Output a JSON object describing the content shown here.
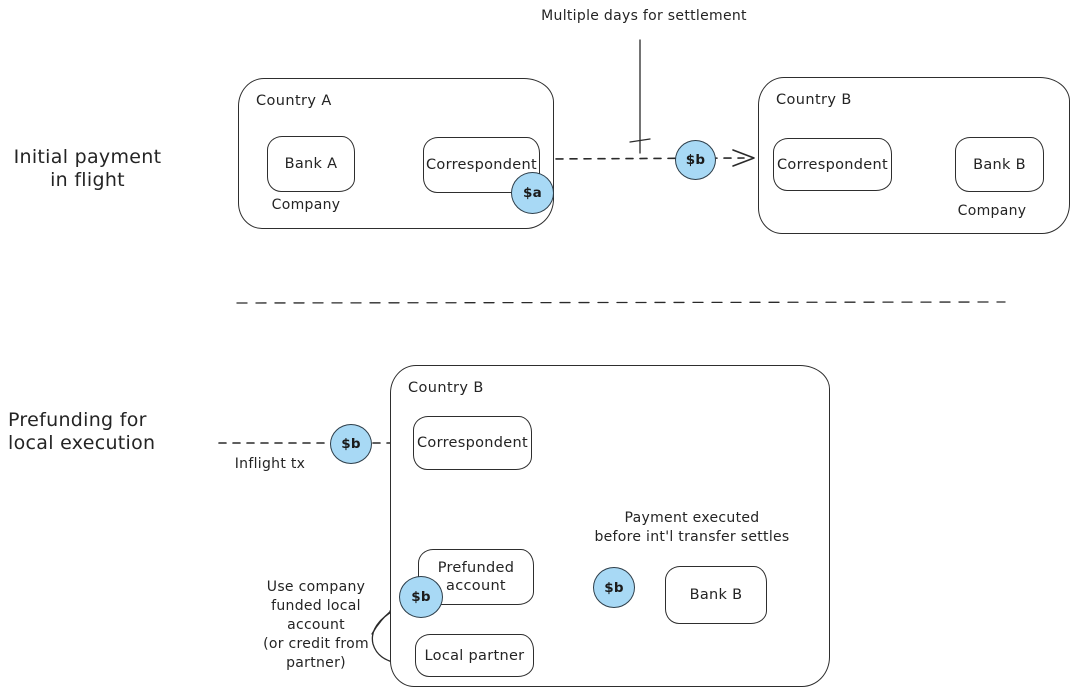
{
  "palette": {
    "background": "#ffffff",
    "ink": "#2a2a2a",
    "token_fill": "#a8d9f5",
    "token_stroke": "#2d3e4a"
  },
  "headings": {
    "initial_payment": {
      "line1": "Initial payment",
      "line2": "in flight"
    },
    "prefunding": {
      "line1": "Prefunding for",
      "line2": "local execution"
    }
  },
  "notes": {
    "settlement": "Multiple days for settlement",
    "payment_executed": {
      "line1": "Payment executed",
      "line2": "before int'l transfer settles"
    },
    "use_company": {
      "line1": "Use company",
      "line2": "funded local",
      "line3": "account",
      "line4": "(or credit from",
      "line5": "partner)"
    },
    "inflight": "Inflight tx"
  },
  "top_flow": {
    "country_a": {
      "title": "Country A",
      "bank": "Bank A",
      "correspondent": "Correspondent",
      "company": "Company"
    },
    "country_b": {
      "title": "Country B",
      "correspondent": "Correspondent",
      "bank": "Bank B",
      "company": "Company"
    },
    "token_a": "$a",
    "token_b": "$b"
  },
  "bottom_flow": {
    "country_b": {
      "title": "Country B",
      "correspondent": "Correspondent",
      "prefunded": {
        "line1": "Prefunded",
        "line2": "account"
      },
      "bank": "Bank B",
      "local_partner": "Local partner"
    },
    "token_inflight": "$b",
    "token_prefunded": "$b",
    "token_payment": "$b"
  }
}
